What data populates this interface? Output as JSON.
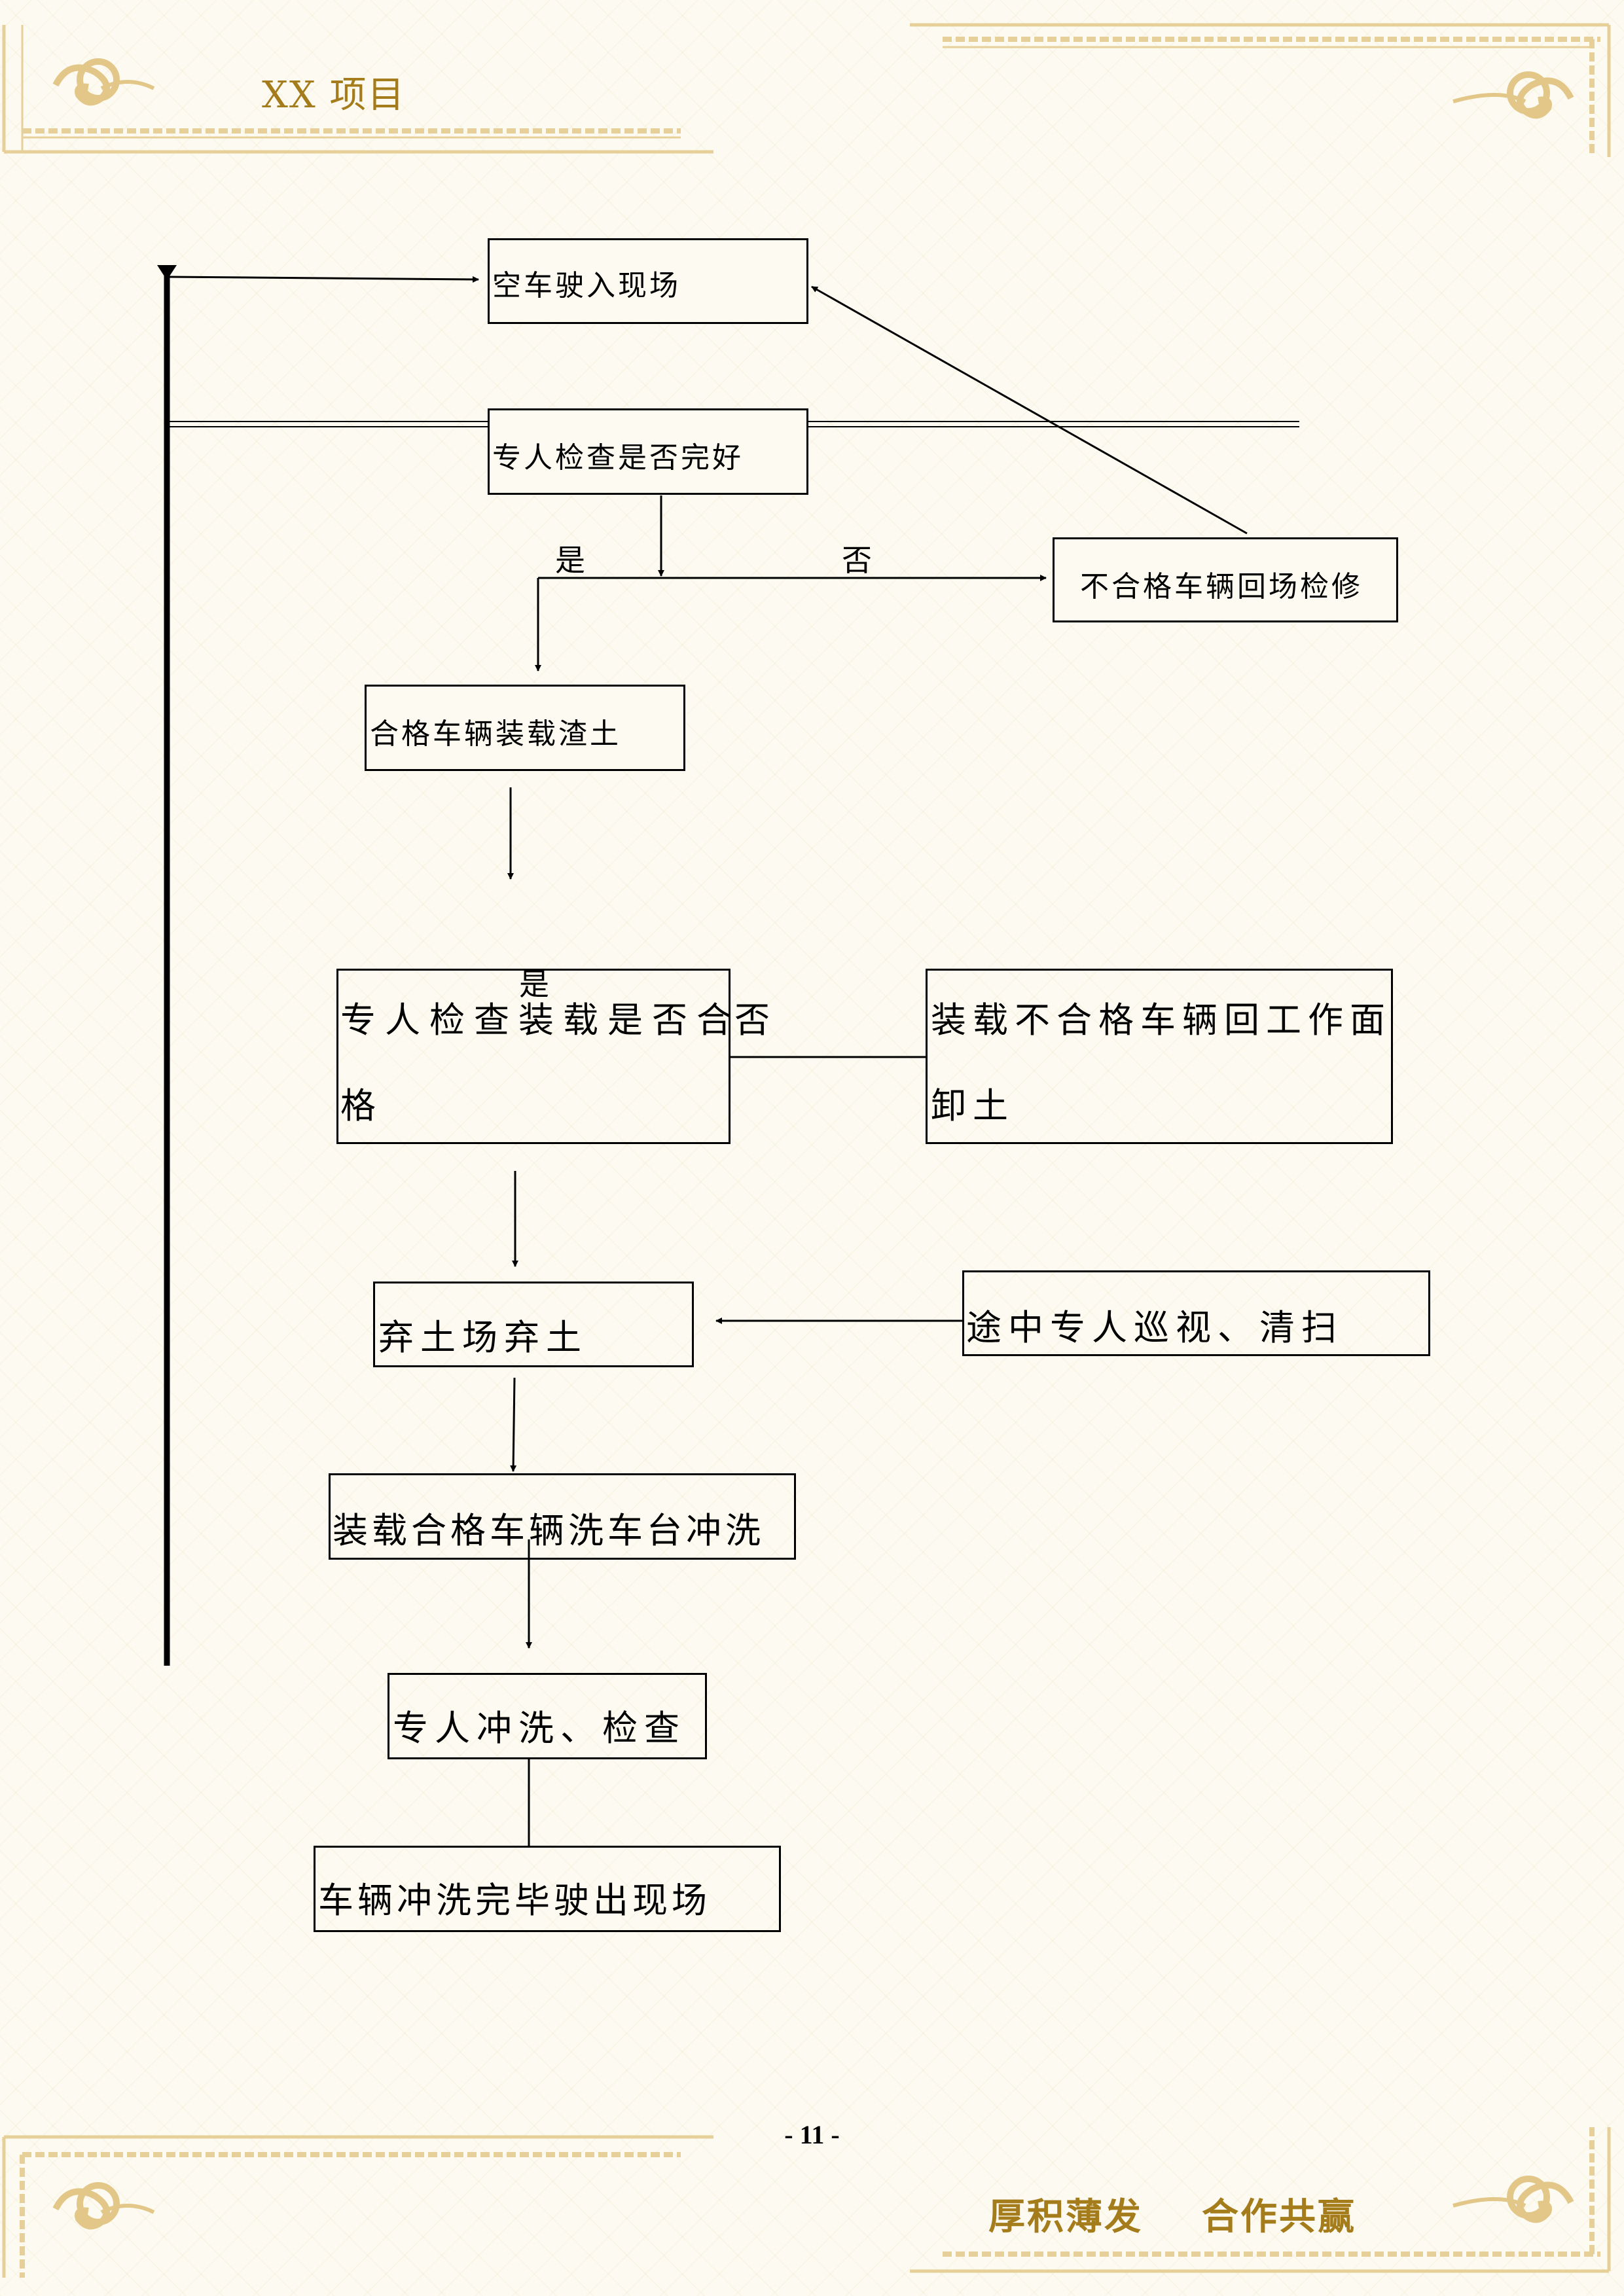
{
  "header": {
    "title": "XX 项目"
  },
  "footer": {
    "page_number": "- 11 -",
    "slogan": "厚积薄发    合作共赢"
  },
  "flowchart": {
    "nodes": {
      "empty_truck_enter": "空车驶入现场",
      "inspect_vehicle": "专人检查是否完好",
      "unqualified_return": "不合格车辆回场检修",
      "qualified_load": "合格车辆装载渣土",
      "inspect_load_line1": "专人检查装载是否合",
      "inspect_load_line2": "格",
      "load_unqualified_line1": "装载不合格车辆回工作面",
      "load_unqualified_line2": "卸土",
      "dump_site": "弃土场弃土",
      "patrol_clean": "途中专人巡视、清扫",
      "wash_platform": "装载合格车辆洗车台冲洗",
      "wash_check": "专人冲洗、检查",
      "exit_site": "车辆冲洗完毕驶出现场"
    },
    "labels": {
      "yes_1": "是",
      "no_1": "否",
      "yes_2": "是",
      "no_2": "否"
    }
  },
  "colors": {
    "gold": "#a57c1b",
    "ornament": "#e6cf98",
    "line": "#000000"
  }
}
